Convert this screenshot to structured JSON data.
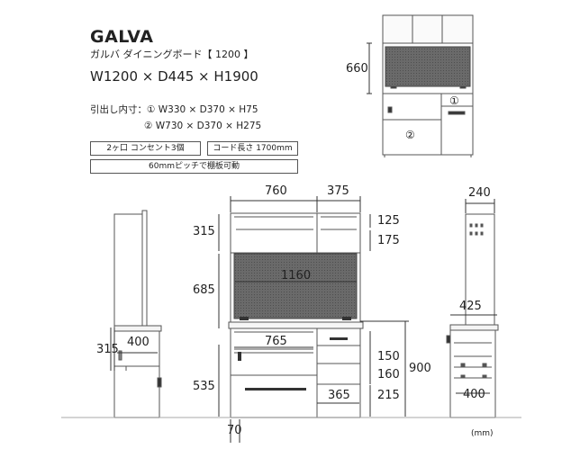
{
  "product": {
    "name": "GALVA",
    "subtitle": "ガルバ ダイニングボード【 1200 】",
    "dimensions": "W1200 × D445 × H1900",
    "drawer_label": "引出し内寸：",
    "drawer1": "① W330 × D370 × H75",
    "drawer2": "② W730 × D370 × H275"
  },
  "tags": {
    "outlet": "2ヶ口 コンセント3個",
    "cord": "コード長さ 1700mm",
    "shelf": "60mmピッチで棚板可動"
  },
  "thumbnail": {
    "height_660": "660",
    "marker1": "①",
    "marker2": "②"
  },
  "front_view": {
    "w_760": "760",
    "w_375": "375",
    "h_315": "315",
    "h_125": "125",
    "h_175": "175",
    "h_685": "685",
    "w_1160": "1160",
    "w_765": "765",
    "h_150": "150",
    "h_160": "160",
    "h_900": "900",
    "h_535": "535",
    "w_365": "365",
    "h_215": "215",
    "w_70": "70"
  },
  "left_side": {
    "h_315": "315",
    "w_400": "400"
  },
  "right_side": {
    "w_240": "240",
    "w_425": "425",
    "w_400": "400"
  },
  "unit": "(mm)"
}
